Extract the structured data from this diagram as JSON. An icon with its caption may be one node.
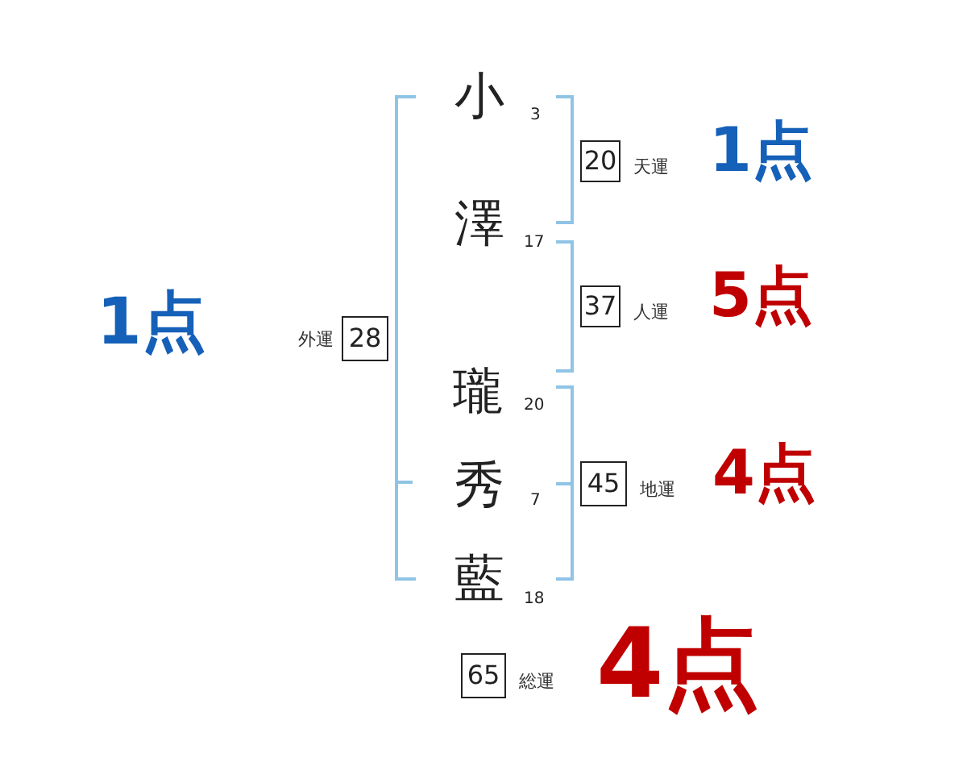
{
  "diagram": {
    "nodes": [
      {
        "text": [
          "20"
        ],
        "beside": [
          "天運"
        ]
      },
      {
        "text": [
          "37"
        ],
        "beside": [
          "人運"
        ]
      },
      {
        "text": [
          "28"
        ],
        "beside": [
          "外運"
        ]
      },
      {
        "text": [
          "45"
        ],
        "beside": [
          "地運"
        ]
      },
      {
        "text": [
          "65"
        ],
        "beside": [
          "総運"
        ]
      }
    ],
    "labels": [
      "1点",
      "小",
      "3",
      "澤",
      "17",
      "瓏",
      "20",
      "秀",
      "7",
      "藍",
      "18",
      "1点",
      "5点",
      "4点",
      "4点"
    ]
  }
}
